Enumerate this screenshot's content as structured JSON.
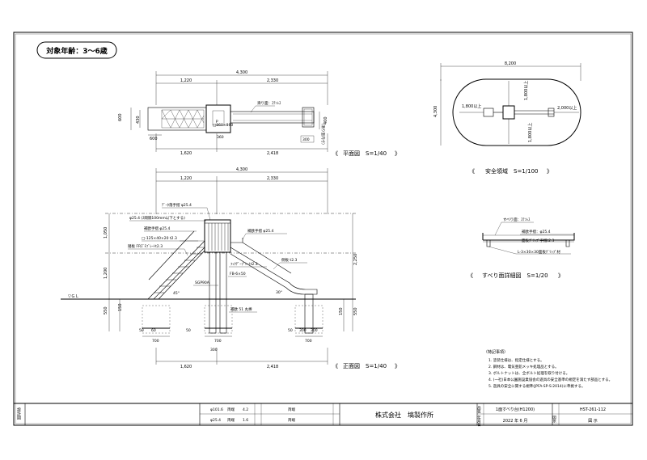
{
  "age_badge": "対象年齢：3〜6歳",
  "plan_view": {
    "title": "平面図　S=1/40",
    "dims_top": {
      "total": "4,300",
      "left": "1,220",
      "right": "2,330"
    },
    "dims_bottom": {
      "left": "1,620",
      "right": "2,418"
    },
    "dims_side": {
      "a": "600",
      "b": "430",
      "c": "600",
      "d": "400",
      "e": "300",
      "f": "360"
    },
    "labels": {
      "slide_face": "滑り面：ｽﾃﾝﾚｽ",
      "slide_width": "（滑り面内寸）",
      "deck_size": "□860×860",
      "deck_label": "Ｐ"
    }
  },
  "safety_area": {
    "title": "安全領域　S=1/100",
    "dims": {
      "width": "8,200",
      "height": "4,300",
      "left": "1,800以上",
      "top": "1,800以上",
      "right": "2,000以上",
      "bottom": "1,800以上"
    }
  },
  "slide_detail": {
    "title": "すべり面詳細図　S=1/20",
    "labels": [
      "すべり面：ｽﾃﾝﾚｽ",
      "補欧手摺：φ25.4",
      "面板ｸﾞﾘｯﾌﾟ手摺t2.3",
      "L-3×30×30面板ｸﾞﾘｯﾌﾟ材"
    ]
  },
  "front_view": {
    "title": "正面図　S=1/40",
    "dims_top": {
      "total": "4,300",
      "left": "1,220",
      "right": "2,330"
    },
    "dims_bottom": {
      "left": "1,620",
      "right": "2,418"
    },
    "dims_left": {
      "a": "1,050",
      "b": "1,200",
      "c": "550",
      "d": "150"
    },
    "dims_right": {
      "a": "2,250",
      "b": "550",
      "c": "150"
    },
    "ground": "▽ＧＬ",
    "labels": {
      "l1": "ﾃﾞｰﾀ落手摺 φ25.4",
      "l2": "φ25.4 (ｽ間隔100mm以下とする)",
      "l3": "補欧手摺 φ25.4",
      "l4": "□-125×40×20 t2.3",
      "l5": "踏板 FRｽﾞﾁﾌﾞﾚｰﾄt2.3",
      "l6": "補欧手摺 φ25.4",
      "l7": "ﾌｯｸﾃﾞｰﾌﾟｼｰﾄt2.3",
      "l8": "側板 t2.3",
      "l9": "FB-6×50",
      "l10": "SGP90A",
      "l11": "45°",
      "l12": "30°",
      "l13": "補欧 51 丸棒"
    },
    "foot_dims": {
      "a": "50",
      "b": "60",
      "c": "50",
      "w1": "700",
      "w2": "700",
      "w3": "700",
      "s1": "300",
      "s2": "300",
      "s3": "300",
      "g": "50"
    }
  },
  "notes": {
    "heading": "（特記事項）",
    "items": [
      "1. 塗装仕様は、指定仕様とする。",
      "2. 鋼材は、電気亜鉛メッキ処理品とする。",
      "3. ボルトナットは、全ボルト処理を取り付ける。",
      "4. (一社)日本公園施設業協会の遊具の安全基準の規定を満たす部品とする。",
      "5. 遊具の安全に関する規準(JPFA-SP-S:2014)に準拠する。"
    ]
  },
  "title_block": {
    "side_label": "設計図",
    "spec_rows": [
      {
        "a": "φ101.6",
        "b": "両端",
        "c": "4.2",
        "d": "両端"
      },
      {
        "a": "φ25.4",
        "b": "両端",
        "c": "1.6",
        "d": "両端"
      }
    ],
    "company": "株式会社　塙製作所",
    "item_label": "品名",
    "item_name": "1面すべり台(H1200)",
    "drawing_no": "HST-261-112",
    "date_label": "年月日",
    "date": "2022 年 6 月",
    "scale_label": "図示",
    "scale_value": "図 示"
  }
}
